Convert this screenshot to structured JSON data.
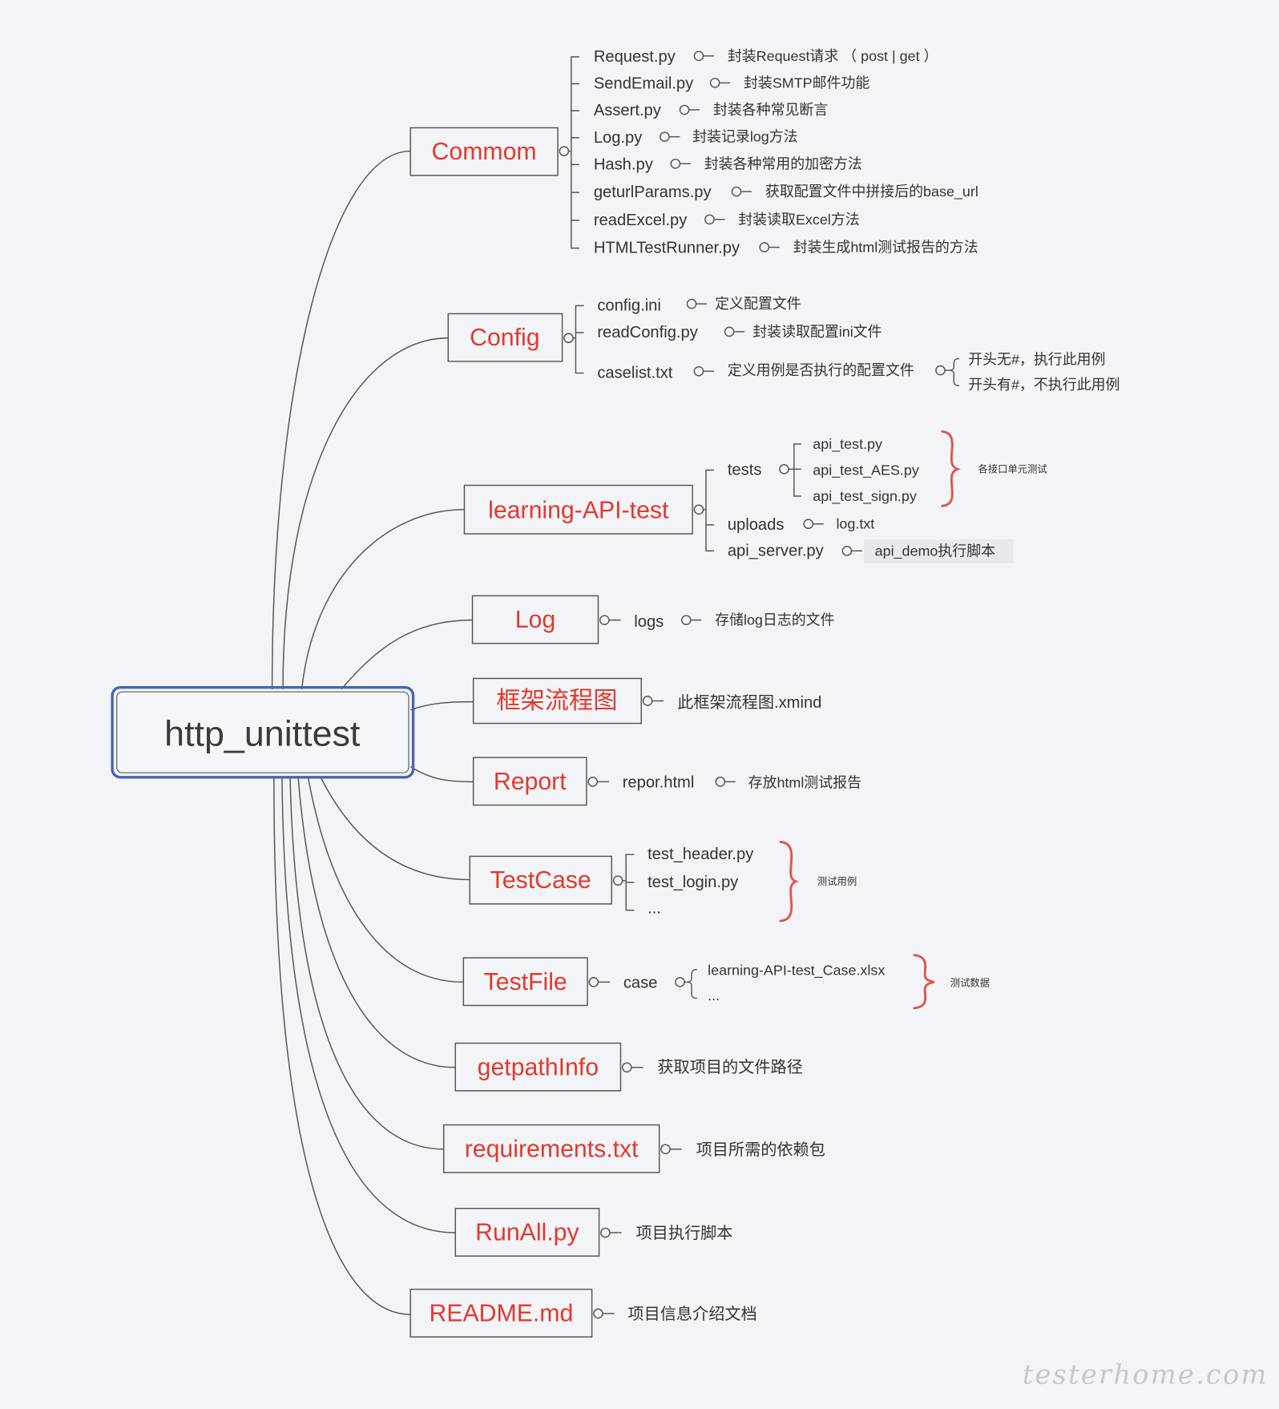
{
  "colors": {
    "background": "#f3f4f8",
    "topic_text": "#e2392d",
    "root_border": "#4667b0",
    "text": "#333333",
    "line": "#555555",
    "brace": "#e0554c",
    "watermark": "#c5c7cd",
    "highlight": "#e8e9ed"
  },
  "root": {
    "label": "http_unittest"
  },
  "branches": [
    {
      "label": "Commom",
      "children": [
        {
          "label": "Request.py",
          "note": "封装Request请求 （ post | get ）"
        },
        {
          "label": "SendEmail.py",
          "note": "封装SMTP邮件功能"
        },
        {
          "label": "Assert.py",
          "note": "封装各种常见断言"
        },
        {
          "label": "Log.py",
          "note": "封装记录log方法"
        },
        {
          "label": "Hash.py",
          "note": "封装各种常用的加密方法"
        },
        {
          "label": "geturlParams.py",
          "note": "获取配置文件中拼接后的base_url"
        },
        {
          "label": "readExcel.py",
          "note": "封装读取Excel方法"
        },
        {
          "label": "HTMLTestRunner.py",
          "note": "封装生成html测试报告的方法"
        }
      ]
    },
    {
      "label": "Config",
      "children": [
        {
          "label": "config.ini",
          "note": "定义配置文件"
        },
        {
          "label": "readConfig.py",
          "note": "封装读取配置ini文件"
        },
        {
          "label": "caselist.txt",
          "note": "定义用例是否执行的配置文件",
          "details": [
            "开头无#，执行此用例",
            "开头有#，不执行此用例"
          ]
        }
      ]
    },
    {
      "label": "learning-API-test",
      "children": [
        {
          "label": "tests",
          "children": [
            {
              "label": "api_test.py"
            },
            {
              "label": "api_test_AES.py"
            },
            {
              "label": "api_test_sign.py"
            }
          ],
          "summary": "各接口单元测试"
        },
        {
          "label": "uploads",
          "note": "log.txt"
        },
        {
          "label": "api_server.py",
          "note": "api_demo执行脚本"
        }
      ]
    },
    {
      "label": "Log",
      "children": [
        {
          "label": "logs",
          "note": "存储log日志的文件"
        }
      ]
    },
    {
      "label": "框架流程图",
      "children": [
        {
          "label": "此框架流程图.xmind"
        }
      ]
    },
    {
      "label": "Report",
      "children": [
        {
          "label": "repor.html",
          "note": "存放html测试报告"
        }
      ]
    },
    {
      "label": "TestCase",
      "children": [
        {
          "label": "test_header.py"
        },
        {
          "label": "test_login.py"
        },
        {
          "label": "..."
        }
      ],
      "summary": "测试用例"
    },
    {
      "label": "TestFile",
      "children": [
        {
          "label": "case",
          "children": [
            {
              "label": "learning-API-test_Case.xlsx"
            },
            {
              "label": "..."
            }
          ],
          "summary": "测试数据"
        }
      ]
    },
    {
      "label": "getpathInfo",
      "children": [
        {
          "label": "获取项目的文件路径"
        }
      ]
    },
    {
      "label": "requirements.txt",
      "children": [
        {
          "label": "项目所需的依赖包"
        }
      ]
    },
    {
      "label": "RunAll.py",
      "children": [
        {
          "label": "项目执行脚本"
        }
      ]
    },
    {
      "label": "README.md",
      "children": [
        {
          "label": "项目信息介绍文档"
        }
      ]
    }
  ],
  "watermark": "testerhome.com"
}
